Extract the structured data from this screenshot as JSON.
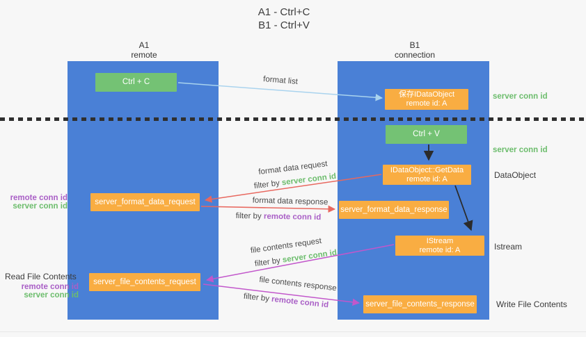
{
  "title": {
    "line1": "A1 - Ctrl+C",
    "line2": "B1 - Ctrl+V"
  },
  "columns": {
    "left": {
      "id": "A1",
      "name": "remote"
    },
    "right": {
      "id": "B1",
      "name": "connection"
    }
  },
  "boxes": {
    "ctrl_c": {
      "label": "Ctrl + C"
    },
    "save_dataobject": {
      "line1": "保存IDataObject",
      "line2": "remote id: A"
    },
    "ctrl_v": {
      "label": "Ctrl + V"
    },
    "getdata": {
      "line1": "IDataObject::GetData",
      "line2": "remote id: A"
    },
    "format_request": {
      "label": "server_format_data_request"
    },
    "format_response": {
      "label": "server_format_data_response"
    },
    "istream": {
      "line1": "IStream",
      "line2": "remote id: A"
    },
    "file_request": {
      "label": "server_file_contents_request"
    },
    "file_response": {
      "label": "server_file_contents_response"
    }
  },
  "arrow_labels": {
    "format_list": "format list",
    "format_data_request": "format data request",
    "format_data_response": "format data response",
    "file_contents_request": "file contents request",
    "file_contents_response": "file contents response",
    "filter_by": "filter by",
    "server_conn_id": "server conn id",
    "remote_conn_id": "remote conn id"
  },
  "side_labels": {
    "server_conn_id_top": "server conn id",
    "server_conn_id_mid": "server conn id",
    "dataobject": "DataObject",
    "istream": "Istream",
    "write_file_contents": "Write File Contents",
    "read_file_contents": "Read File Contents",
    "remote_conn_id_1": "remote conn id",
    "server_conn_id_1": "server conn id",
    "remote_conn_id_2": "remote conn id",
    "server_conn_id_2": "server conn id"
  },
  "colors": {
    "background": "#f7f7f7",
    "column_blue": "#4a80d6",
    "green_box": "#74c274",
    "orange_box": "#f9ad42",
    "green_text": "#6dbd6d",
    "purple_text": "#a95fc6",
    "red_arrow": "#e8685f",
    "magenta_arrow": "#c257cb",
    "light_blue_arrow": "#a9d3ee",
    "black_arrow": "#2b2b2b"
  }
}
